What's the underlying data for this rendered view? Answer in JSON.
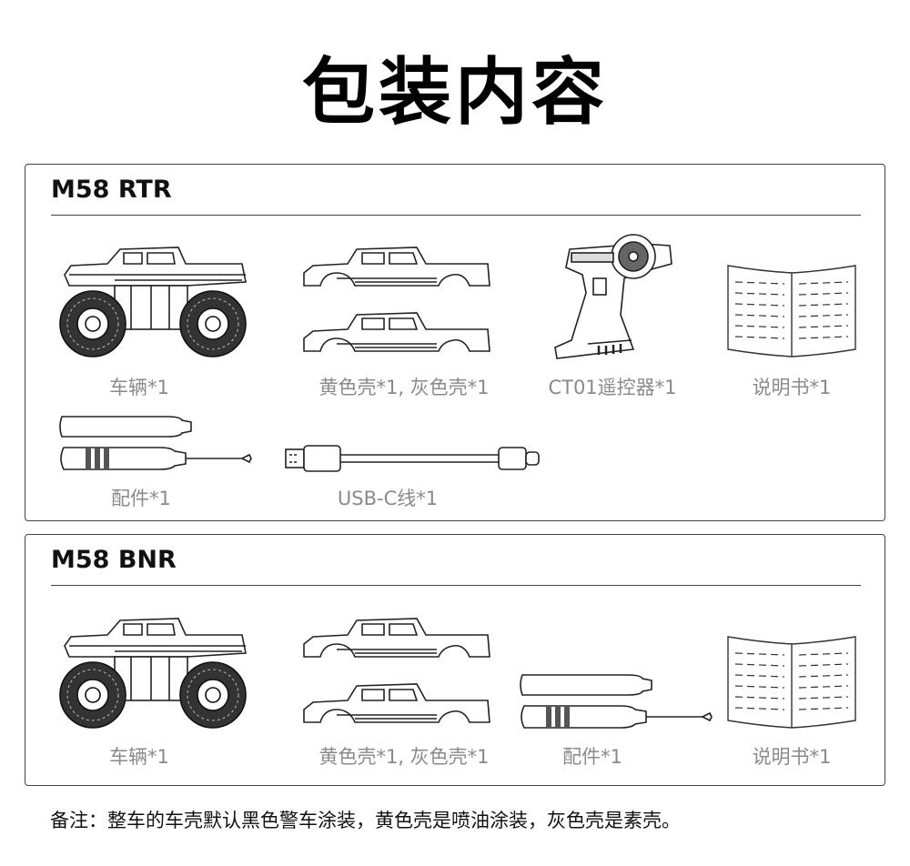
{
  "heading": "包装内容",
  "sections": [
    {
      "title": "M58 RTR",
      "items": [
        {
          "icon": "monster-truck-icon",
          "label": "车辆*1"
        },
        {
          "icon": "truck-shells-icon",
          "label": "黄色壳*1, 灰色壳*1"
        },
        {
          "icon": "remote-controller-icon",
          "label": "CT01遥控器*1"
        },
        {
          "icon": "manual-icon",
          "label": "说明书*1"
        },
        {
          "icon": "screwdriver-accessories-icon",
          "label": "配件*1"
        },
        {
          "icon": "usb-c-cable-icon",
          "label": "USB-C线*1"
        }
      ]
    },
    {
      "title": "M58 BNR",
      "items": [
        {
          "icon": "monster-truck-icon",
          "label": "车辆*1"
        },
        {
          "icon": "truck-shells-icon",
          "label": "黄色壳*1, 灰色壳*1"
        },
        {
          "icon": "screwdriver-accessories-icon",
          "label": "配件*1"
        },
        {
          "icon": "manual-icon",
          "label": "说明书*1"
        }
      ]
    }
  ],
  "note": "备注：整车的车壳默认黑色警车涂装，黄色壳是喷油涂装，灰色壳是素壳。"
}
